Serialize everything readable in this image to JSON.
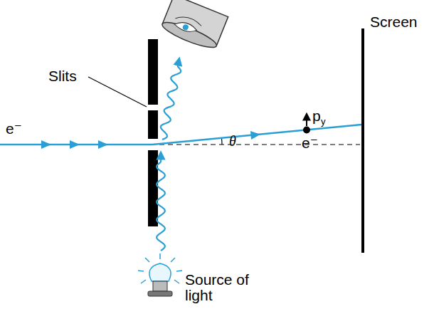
{
  "diagram": {
    "labels": [
      "Slits",
      "Screen",
      "e⁻",
      "p",
      "y",
      "e⁻",
      "θ",
      "Source of light"
    ]
  }
}
